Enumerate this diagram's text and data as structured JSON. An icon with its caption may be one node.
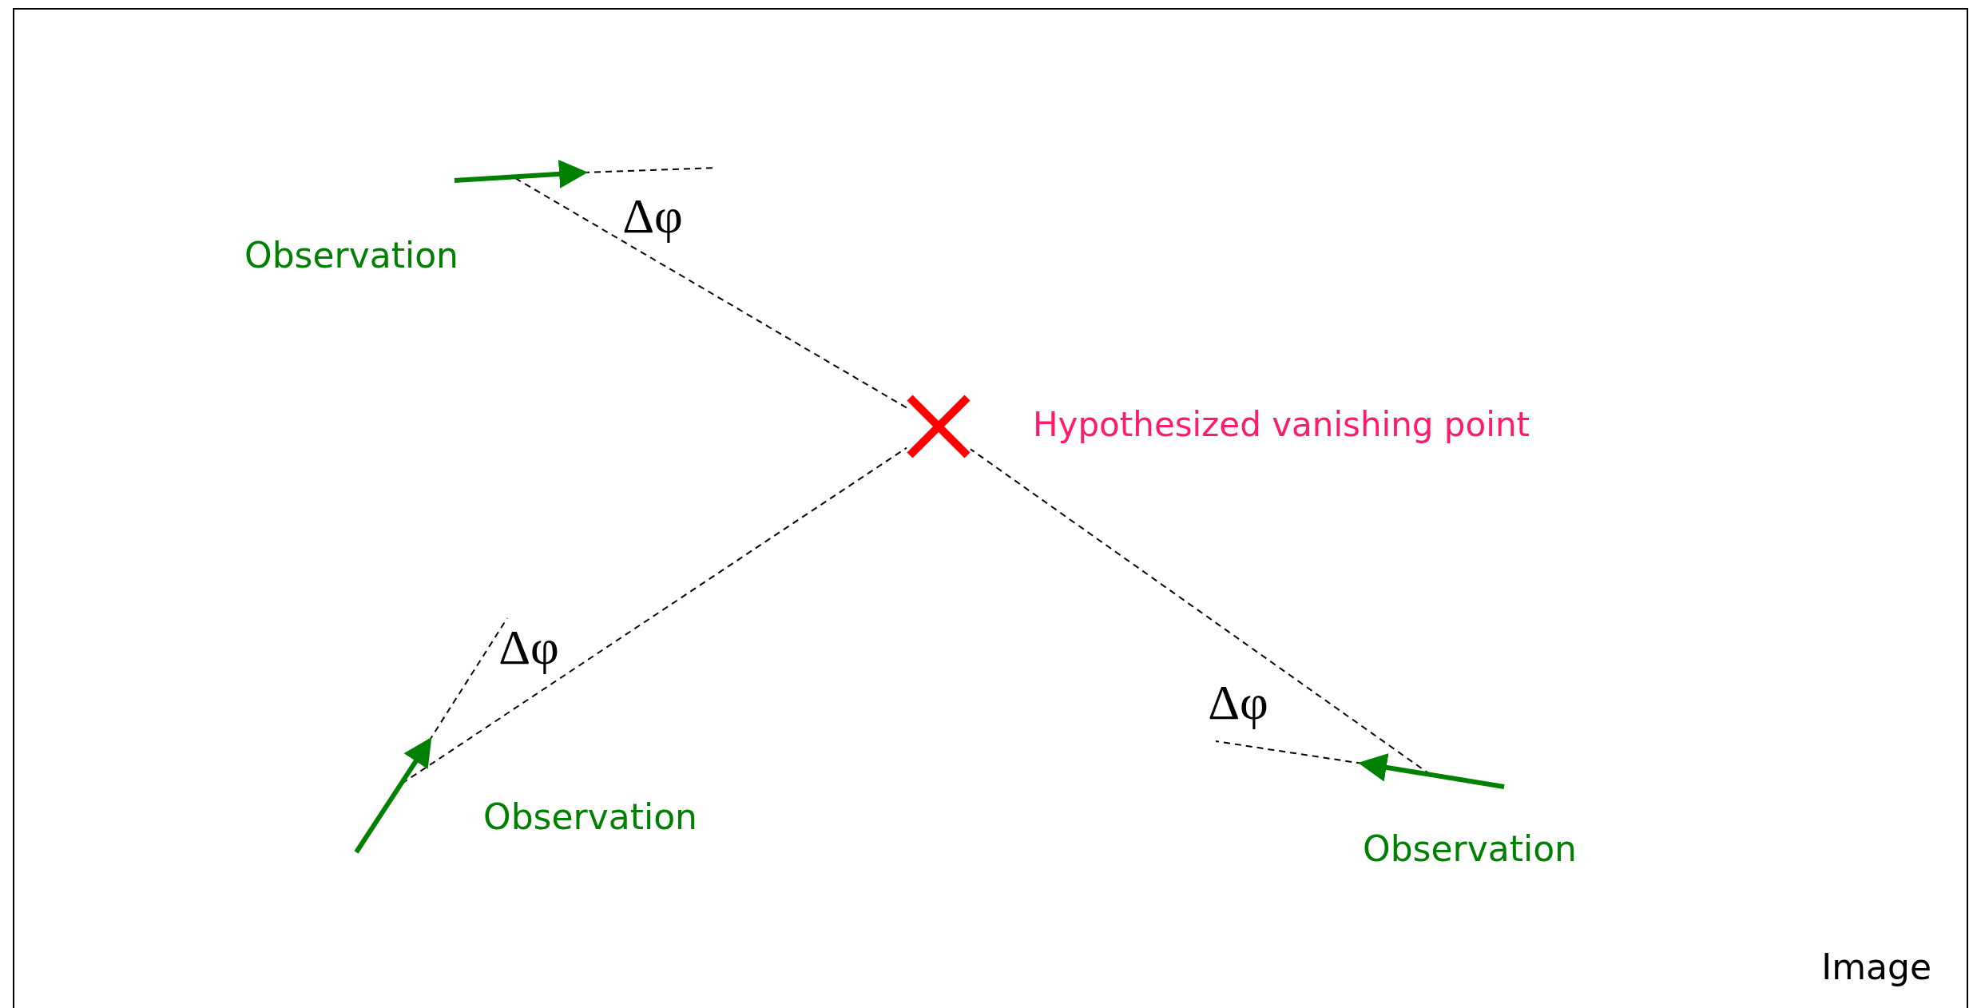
{
  "diagram": {
    "nodes": [
      {
        "text": [
          "Image"
        ]
      },
      {
        "text": [],
        "shape": "cross",
        "beside": [
          "Hypothesized vanishing point"
        ],
        "in": 0
      },
      {
        "text": [],
        "shape": "arrow",
        "beside": [
          "Observation"
        ],
        "in": 0
      },
      {
        "text": [],
        "shape": "arrow",
        "beside": [
          "Observation"
        ],
        "in": 0
      },
      {
        "text": [],
        "shape": "arrow",
        "beside": [
          "Observation"
        ],
        "in": 0
      }
    ],
    "edges": [
      {
        "from": 2,
        "to": 1,
        "arrow": "none",
        "style": "dashed"
      },
      {
        "from": 3,
        "to": 1,
        "arrow": "none",
        "style": "dashed"
      },
      {
        "from": 4,
        "to": 1,
        "arrow": "none",
        "style": "dashed"
      }
    ],
    "labels": [
      "Δφ",
      "Δφ",
      "Δφ"
    ]
  }
}
